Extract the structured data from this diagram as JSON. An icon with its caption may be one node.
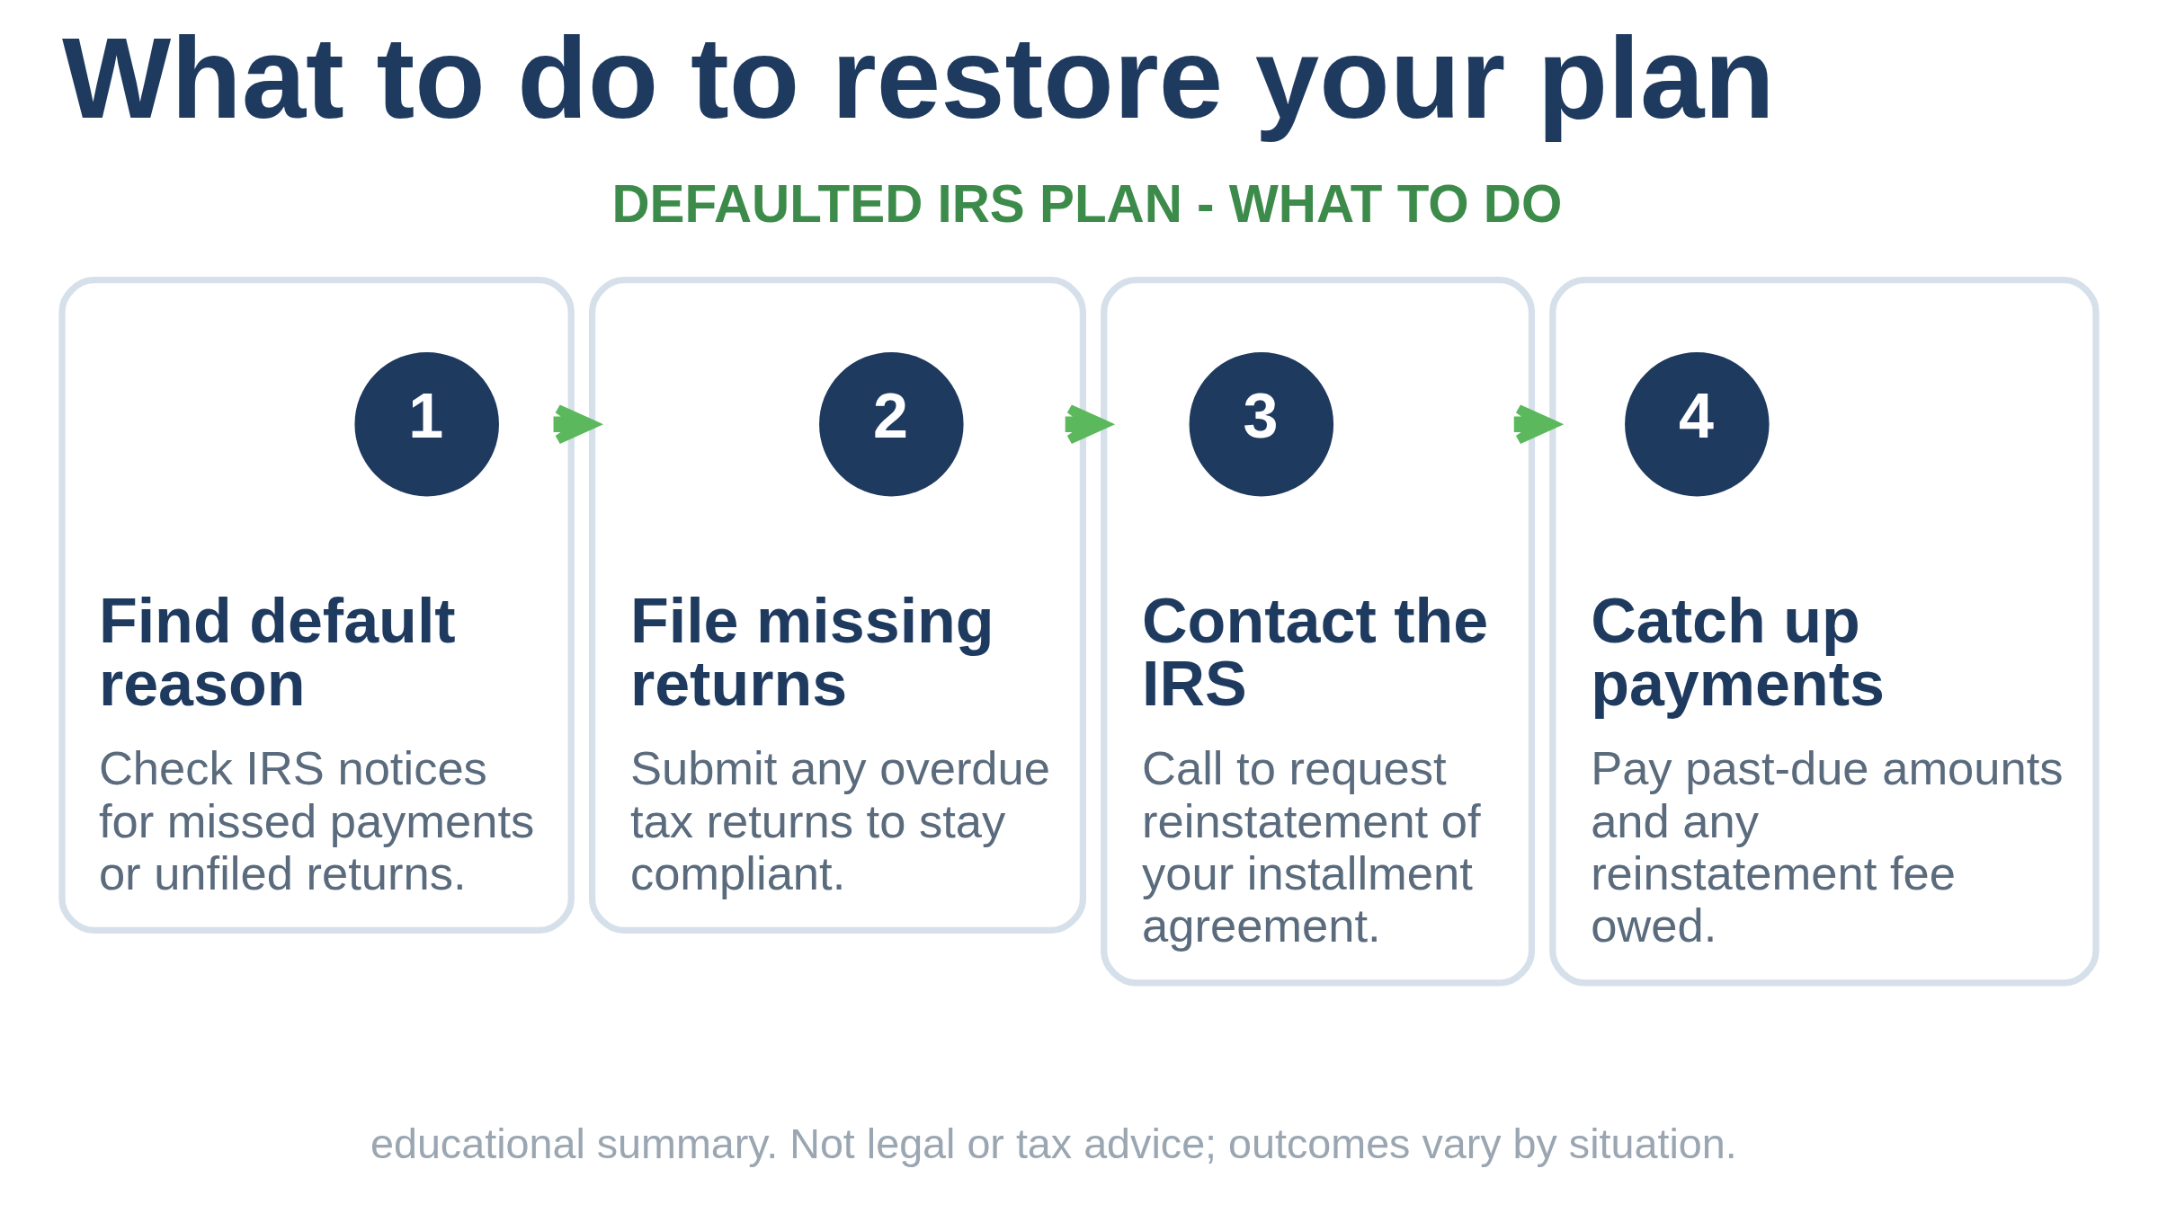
{
  "diagram": {
    "title": "What to do to restore your plan",
    "nodes": [
      {
        "text": [
          "Find default reason",
          "Check IRS notices for missed payments or unfiled returns."
        ]
      },
      {
        "text": [
          "1"
        ],
        "in": 0
      },
      {
        "text": [
          "File missing returns",
          "Submit any overdue tax returns to stay compliant."
        ]
      },
      {
        "text": [
          "2"
        ],
        "in": 2
      },
      {
        "text": [
          "Contact the IRS",
          "Call to request reinstatement of your installment agreement."
        ]
      },
      {
        "text": [
          "3"
        ],
        "in": 4
      },
      {
        "text": [
          "Catch up payments",
          "Pay past-due amounts and any reinstatement fee owed."
        ]
      },
      {
        "text": [
          "4"
        ],
        "in": 6
      }
    ],
    "edges": [
      {
        "from": 0,
        "to": 2,
        "arrow": "to"
      },
      {
        "from": 2,
        "to": 4,
        "arrow": "to"
      },
      {
        "from": 4,
        "to": 6,
        "arrow": "to"
      }
    ],
    "labels": [
      "DEFAULTED IRS PLAN - WHAT TO DO",
      "educational summary. Not legal or tax advice; outcomes vary by situation."
    ]
  }
}
